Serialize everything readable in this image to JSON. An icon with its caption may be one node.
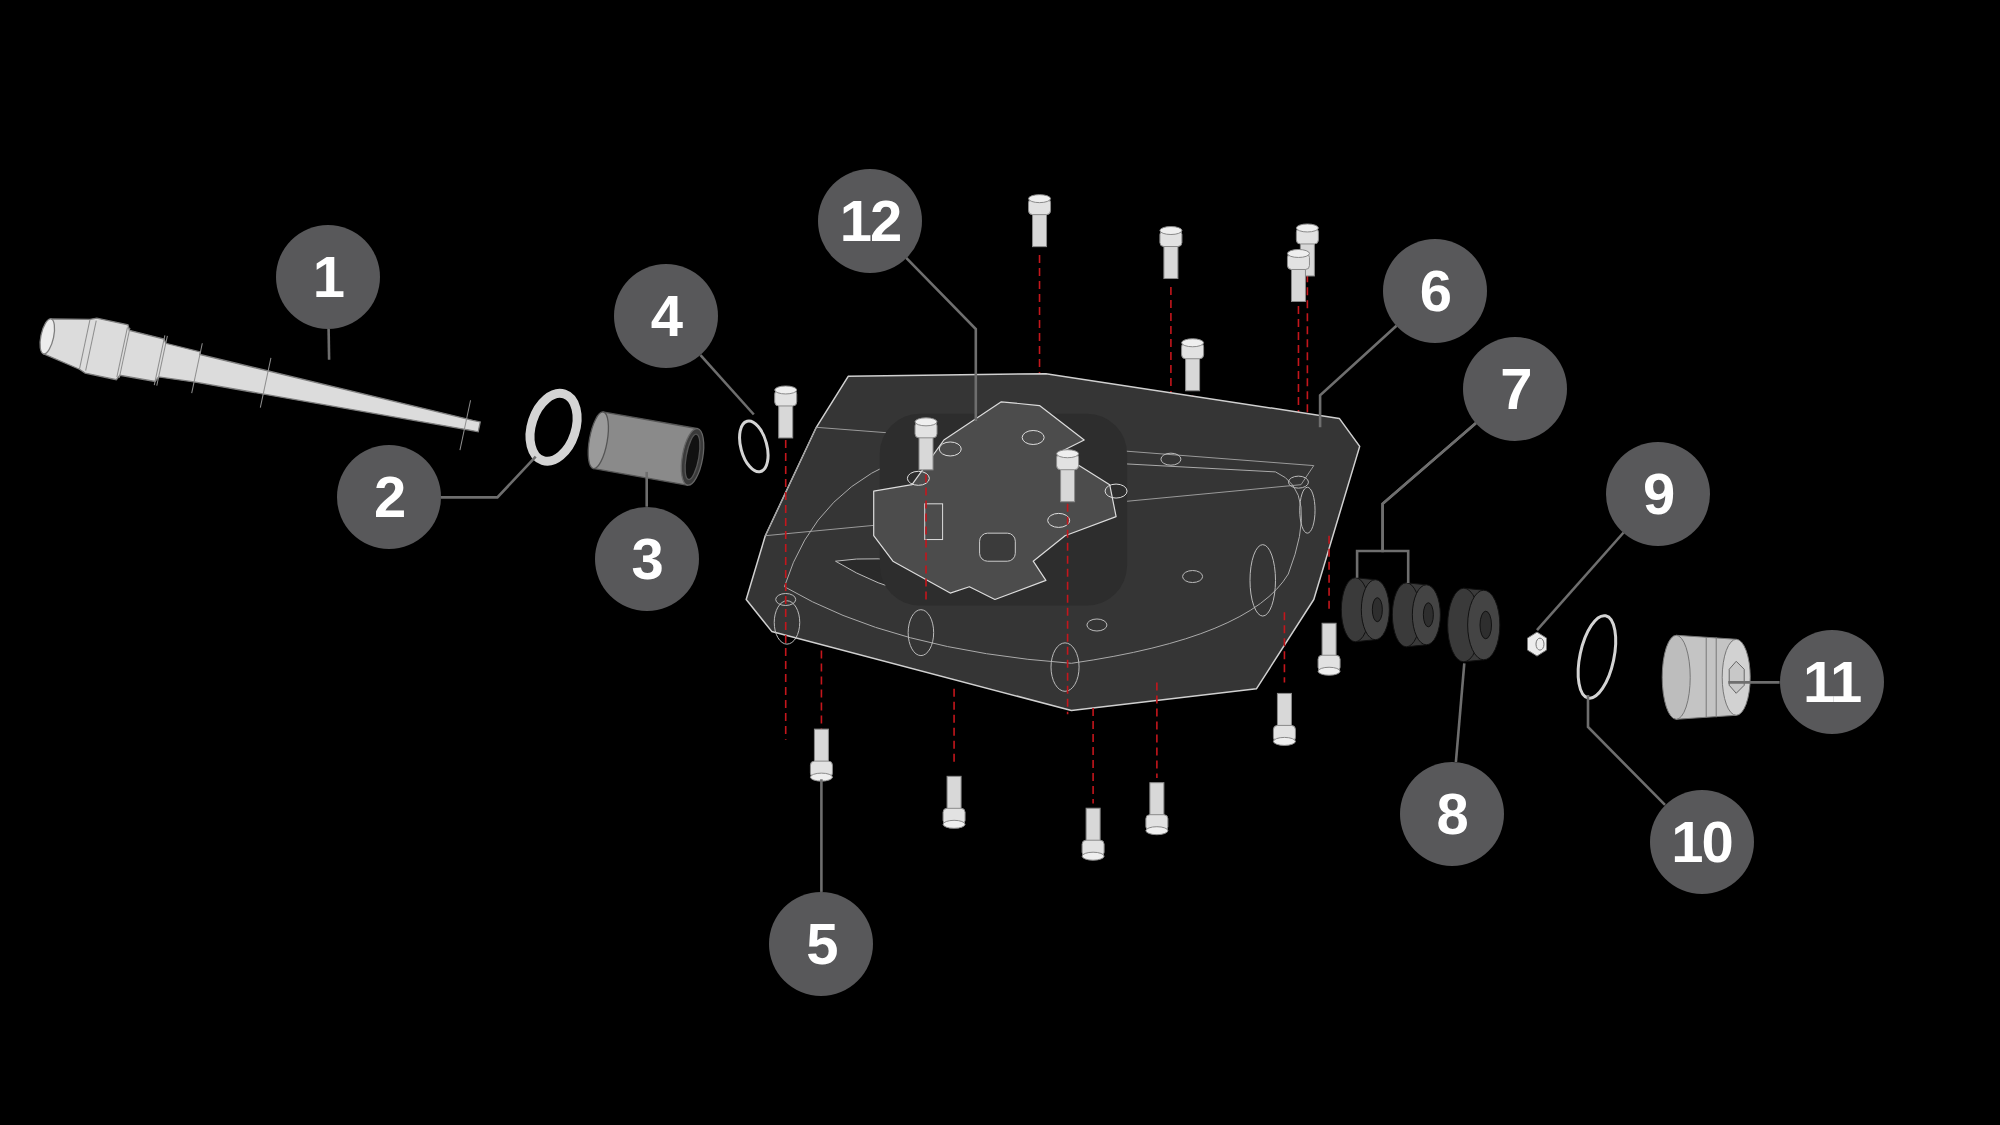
{
  "diagram": {
    "nodes": [
      {
        "text": [
          "1"
        ]
      },
      {
        "text": [
          "2"
        ]
      },
      {
        "text": [
          "3"
        ]
      },
      {
        "text": [
          "4"
        ]
      },
      {
        "text": [
          "5"
        ]
      },
      {
        "text": [
          "6"
        ]
      },
      {
        "text": [
          "7"
        ]
      },
      {
        "text": [
          "8"
        ]
      },
      {
        "text": [
          "9"
        ]
      },
      {
        "text": [
          "10"
        ]
      },
      {
        "text": [
          "11"
        ]
      },
      {
        "text": [
          "12"
        ]
      },
      {
        "text": [],
        "shape": "picture"
      },
      {
        "text": [],
        "shape": "circle"
      },
      {
        "text": [],
        "shape": "picture"
      },
      {
        "text": [],
        "shape": "circle"
      },
      {
        "text": [],
        "shape": "picture"
      },
      {
        "text": [],
        "shape": "picture"
      },
      {
        "text": [],
        "shape": "picture",
        "in": 17
      },
      {
        "text": [],
        "shape": "cylinder"
      },
      {
        "text": [],
        "shape": "cylinder"
      },
      {
        "text": [],
        "shape": "picture"
      },
      {
        "text": [],
        "shape": "picture"
      },
      {
        "text": [],
        "shape": "circle"
      },
      {
        "text": [],
        "shape": "picture"
      }
    ],
    "edges": [
      {
        "from": 0,
        "to": 12,
        "arrow": "none"
      },
      {
        "from": 1,
        "to": 13,
        "arrow": "none"
      },
      {
        "from": 2,
        "to": 14,
        "arrow": "none"
      },
      {
        "from": 3,
        "to": 15,
        "arrow": "none"
      },
      {
        "from": 4,
        "to": 16,
        "arrow": "none"
      },
      {
        "from": 5,
        "to": 17,
        "arrow": "none"
      },
      {
        "from": 6,
        "to": 19,
        "arrow": "none"
      },
      {
        "from": 6,
        "to": 20,
        "arrow": "none"
      },
      {
        "from": 7,
        "to": 21,
        "arrow": "none"
      },
      {
        "from": 8,
        "to": 22,
        "arrow": "none"
      },
      {
        "from": 9,
        "to": 23,
        "arrow": "none"
      },
      {
        "from": 10,
        "to": 24,
        "arrow": "none"
      },
      {
        "from": 11,
        "to": 18,
        "arrow": "none"
      }
    ]
  }
}
